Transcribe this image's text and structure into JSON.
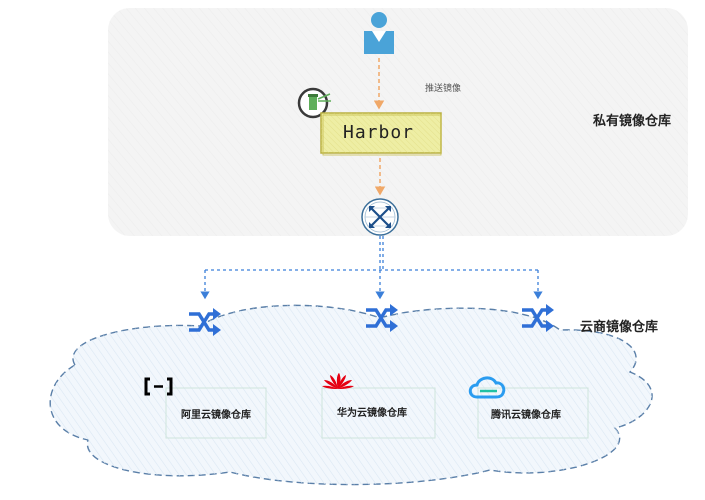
{
  "private_registry": {
    "label": "私有镜像仓库",
    "push_label": "推送镜像",
    "harbor_label": "Harbor"
  },
  "cloud_registry": {
    "label": "云商镜像仓库",
    "vendors": [
      {
        "label": "阿里云镜像仓库",
        "icon": "aliyun-icon",
        "color": "#000000"
      },
      {
        "label": "华为云镜像仓库",
        "icon": "huawei-icon",
        "color": "#e60012"
      },
      {
        "label": "腾讯云镜像仓库",
        "icon": "tencent-cloud-icon",
        "color": "#2a9cf0"
      }
    ]
  },
  "colors": {
    "user": "#4aa3d8",
    "harbor_fill": "#eaea9a",
    "harbor_border": "#b9b040",
    "dashed_orange": "#f0a868",
    "dashed_blue": "#3b7fd9",
    "switch_blue": "#2f6fd6",
    "private_zone": "#f3f3f3",
    "cloud_border": "#5a7fa8"
  }
}
